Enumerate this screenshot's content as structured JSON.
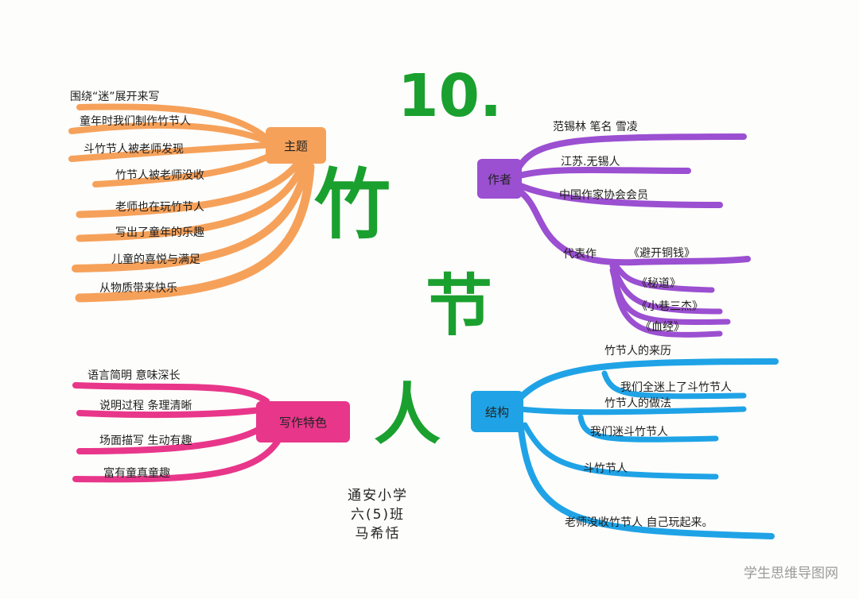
{
  "title": {
    "number": "10.",
    "chars": [
      "竹",
      "节",
      "人"
    ]
  },
  "colors": {
    "orange": "#f6a15a",
    "purple": "#9b4fd1",
    "pink": "#e8368a",
    "blue": "#1fa3e6",
    "green": "#1aa02e"
  },
  "branches": {
    "theme": {
      "label": "主题",
      "items": [
        "围绕“迷”展开来写",
        "童年时我们制作竹节人",
        "斗竹节人被老师发现",
        "竹节人被老师没收",
        "老师也在玩竹节人",
        "写出了童年的乐趣",
        "儿童的喜悦与满足",
        "从物质带来快乐"
      ]
    },
    "author": {
      "label": "作者",
      "items": [
        "范锡林 笔名 雪凌",
        "江苏.无锡人",
        "中国作家协会会员",
        "代表作"
      ],
      "works": [
        "《避开铜钱》",
        "《秘道》",
        "《小巷三杰》",
        "《血经》"
      ]
    },
    "writing": {
      "label": "写作特色",
      "items": [
        "语言简明 意味深长",
        "说明过程 条理清晰",
        "场面描写 生动有趣",
        "富有童真童趣"
      ]
    },
    "structure": {
      "label": "结构",
      "items": [
        "竹节人的来历",
        "我们全迷上了斗竹节人",
        "竹节人的做法",
        "我们迷斗竹节人",
        "斗竹节人",
        "老师没收竹节人 自己玩起来。"
      ]
    }
  },
  "signature": [
    "通安小学",
    "六(5)班",
    "马希恬"
  ],
  "watermark": "学生思维导图网"
}
